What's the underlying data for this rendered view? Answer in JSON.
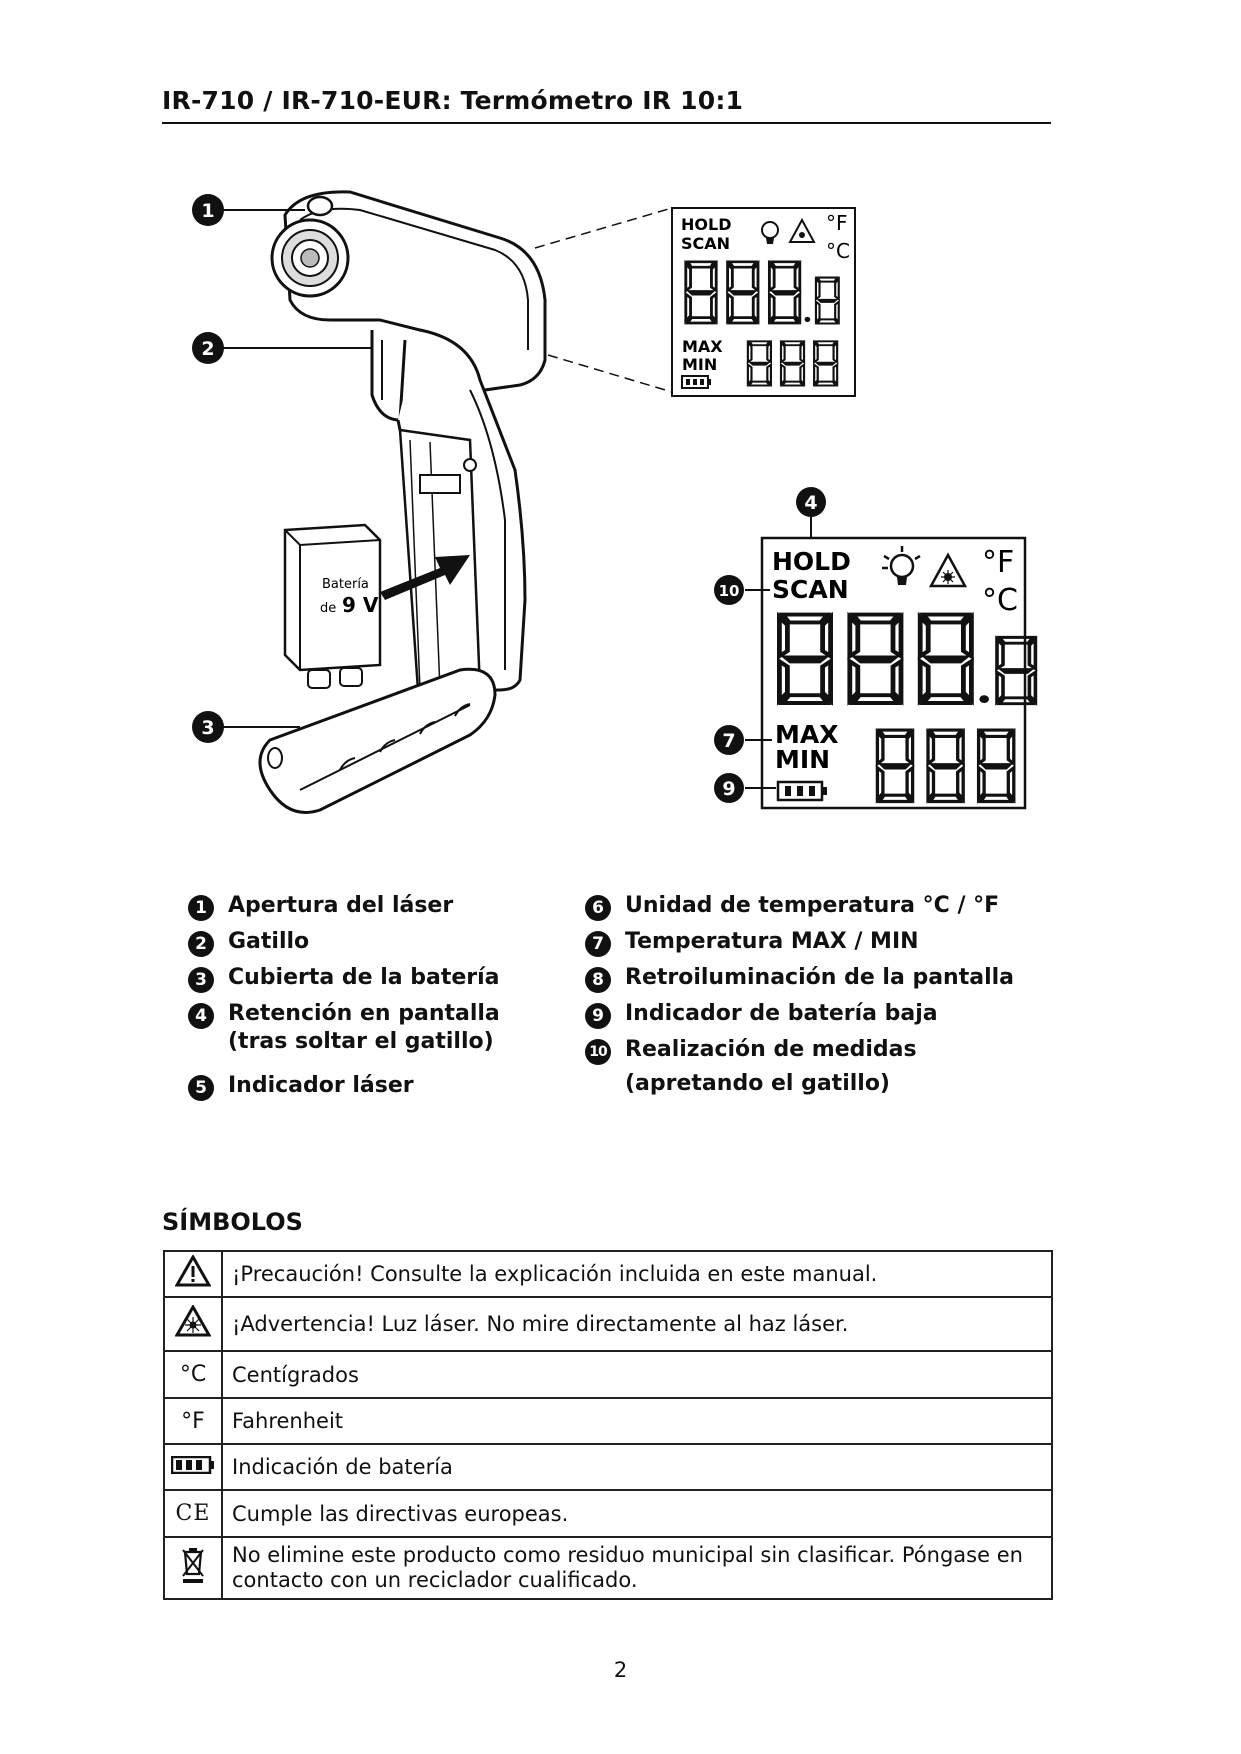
{
  "header": {
    "title": "IR-710 / IR-710-EUR: Termómetro IR 10:1"
  },
  "figure": {
    "battery_label_line1": "Batería",
    "battery_label_line2_small": "de",
    "battery_label_line2_big": "9 V",
    "callouts": [
      "1",
      "2",
      "3",
      "4",
      "10",
      "7",
      "9"
    ],
    "lcd": {
      "hold": "HOLD",
      "scan": "SCAN",
      "deg_f": "°F",
      "deg_c": "°C",
      "max": "MAX",
      "min": "MIN",
      "main_digits": "888.8",
      "sub_digits": "888"
    }
  },
  "legend": {
    "left": [
      {
        "num": "1",
        "text": "Apertura del láser"
      },
      {
        "num": "2",
        "text": "Gatillo"
      },
      {
        "num": "3",
        "text": "Cubierta de la batería"
      },
      {
        "num": "4",
        "text": "Retención en pantalla",
        "sub": "(tras soltar el gatillo)"
      },
      {
        "num": "5",
        "text": "Indicador láser"
      }
    ],
    "right": [
      {
        "num": "6",
        "text": "Unidad de temperatura °C / °F"
      },
      {
        "num": "7",
        "text": "Temperatura MAX / MIN"
      },
      {
        "num": "8",
        "text": "Retroiluminación de la pantalla"
      },
      {
        "num": "9",
        "text": "Indicador de batería baja"
      },
      {
        "num": "10",
        "text": "Realización de medidas",
        "sub": "(apretando el gatillo)"
      }
    ]
  },
  "symbols": {
    "heading": "SÍMBOLOS",
    "rows": [
      {
        "icon": "caution-triangle-icon",
        "text": "¡Precaución! Consulte la explicación incluida en este manual."
      },
      {
        "icon": "laser-warning-icon",
        "text": "¡Advertencia! Luz láser. No mire directamente al haz láser."
      },
      {
        "icon": "celsius-icon",
        "glyph": "°C",
        "text": "Centígrados"
      },
      {
        "icon": "fahrenheit-icon",
        "glyph": "°F",
        "text": "Fahrenheit"
      },
      {
        "icon": "battery-icon",
        "text": "Indicación de batería"
      },
      {
        "icon": "ce-mark-icon",
        "glyph": "CE",
        "text": "Cumple las directivas europeas."
      },
      {
        "icon": "weee-bin-icon",
        "text": "No elimine este producto como residuo municipal sin clasificar. Póngase en contacto con un reciclador cualificado."
      }
    ]
  },
  "footer": {
    "page_number": "2"
  }
}
